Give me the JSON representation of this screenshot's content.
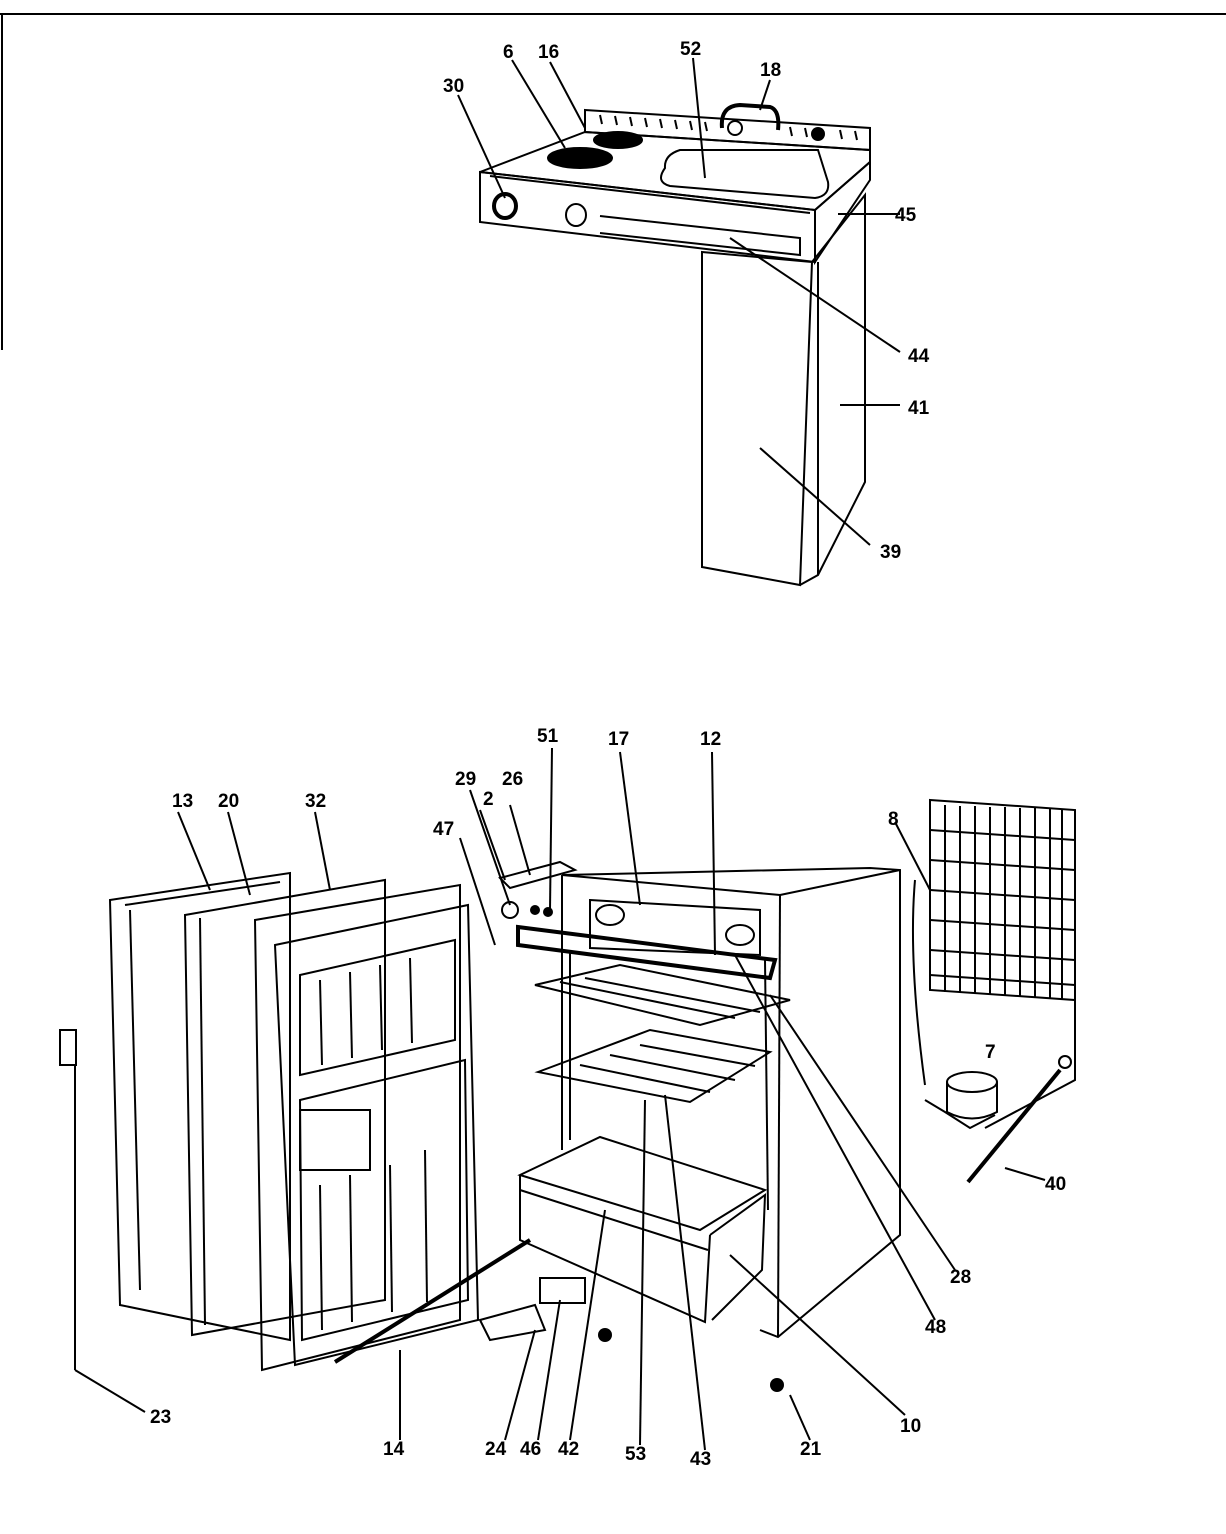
{
  "labels": {
    "p6": "6",
    "p16": "16",
    "p52": "52",
    "p18": "18",
    "p30": "30",
    "p45": "45",
    "p44": "44",
    "p41": "41",
    "p39": "39",
    "p51": "51",
    "p17": "17",
    "p12": "12",
    "p29": "29",
    "p26": "26",
    "p2": "2",
    "p13": "13",
    "p20": "20",
    "p32": "32",
    "p47": "47",
    "p8": "8",
    "p7": "7",
    "p40": "40",
    "p28": "28",
    "p48": "48",
    "p10": "10",
    "p21": "21",
    "p43": "43",
    "p53": "53",
    "p42": "42",
    "p46": "46",
    "p24": "24",
    "p14": "14",
    "p23": "23"
  }
}
